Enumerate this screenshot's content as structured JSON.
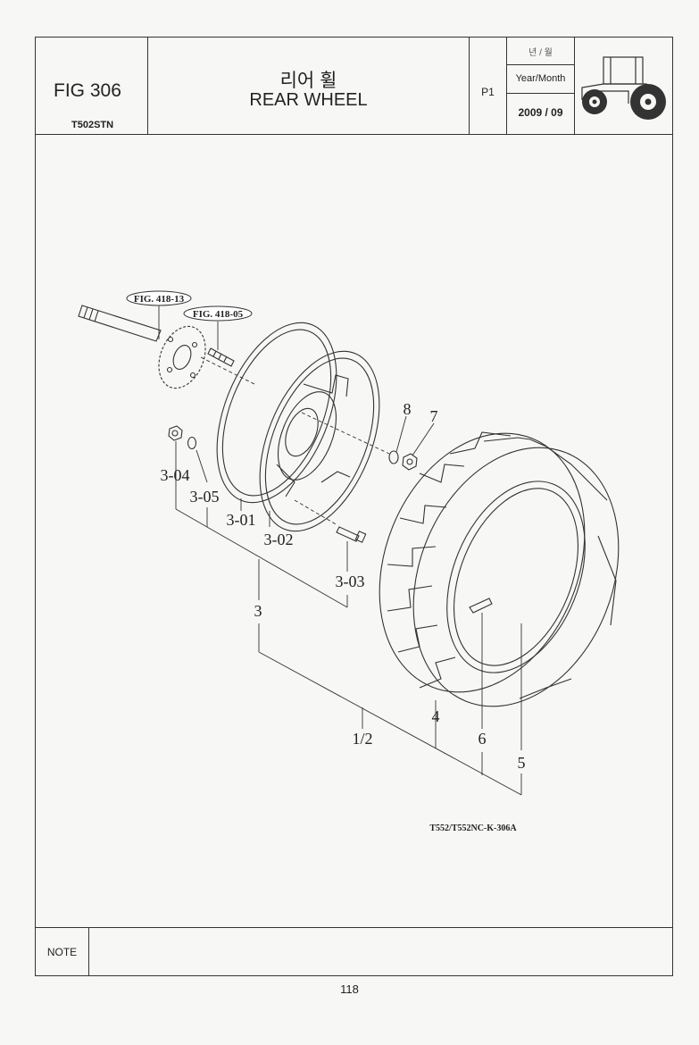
{
  "header": {
    "fig_number": "FIG 306",
    "model": "T502STN",
    "title_korean": "리어 휠",
    "title_english": "REAR WHEEL",
    "page": "P1",
    "year_month_korean": "년 / 월",
    "year_month_label": "Year/Month",
    "year_month_value": "2009 / 09"
  },
  "diagram": {
    "references": [
      "FIG. 418-13",
      "FIG. 418-05"
    ],
    "callouts": {
      "p8": "8",
      "p7": "7",
      "p3_04": "3-04",
      "p3_05": "3-05",
      "p3_01": "3-01",
      "p3_02": "3-02",
      "p3_03": "3-03",
      "p3": "3",
      "p4": "4",
      "p1_2": "1/2",
      "p6": "6",
      "p5": "5"
    },
    "drawing_code": "T552/T552NC-K-306A"
  },
  "footer": {
    "note_label": "NOTE",
    "page_number": "118"
  }
}
